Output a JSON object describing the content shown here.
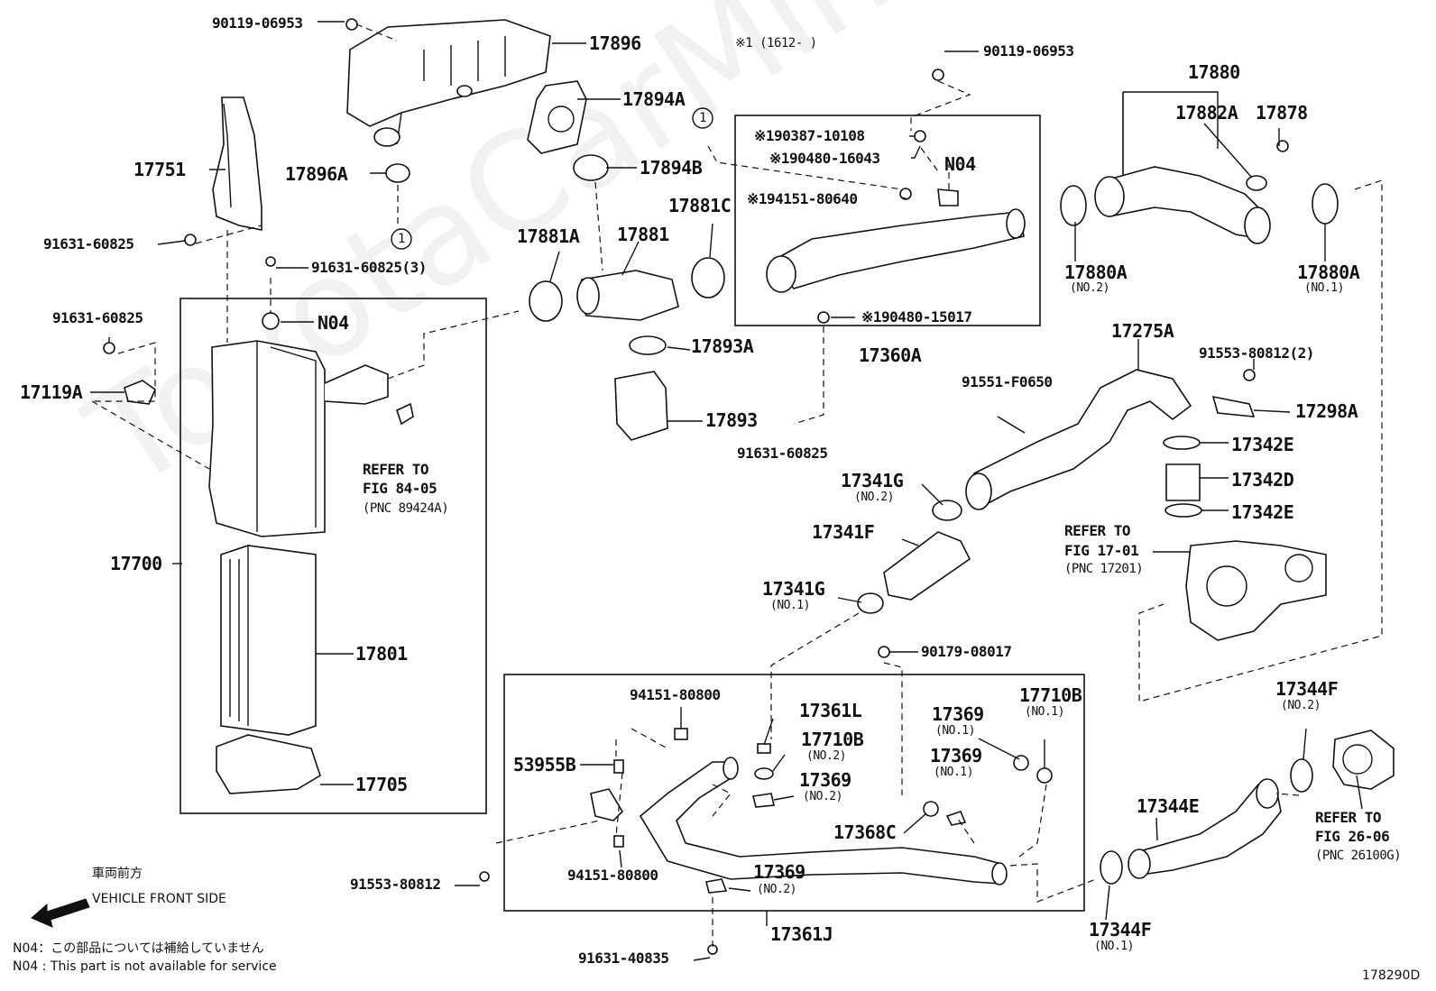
{
  "watermark": "ToyotaCarMine.ru",
  "figure_id": "178290D",
  "note_footnote": "※1 (1612-      )",
  "labels": {
    "p90119_06953_a": "90119-06953",
    "p17896": "17896",
    "p17894A": "17894A",
    "p17894B": "17894B",
    "p17751": "17751",
    "p17896A": "17896A",
    "p91631_60825_a": "91631-60825",
    "p91631_60825_3": "91631-60825(3)",
    "p91631_60825_b": "91631-60825",
    "p17119A": "17119A",
    "pN04_a": "N04",
    "p17881A": "17881A",
    "p17881": "17881",
    "p17881C": "17881C",
    "p17893A": "17893A",
    "p17893": "17893",
    "pRefer_84": "REFER TO",
    "pFig_84": "FIG 84-05",
    "pPnc_84": "(PNC 89424A)",
    "p17700": "17700",
    "p17801": "17801",
    "p17705": "17705",
    "p90119_06953_b": "90119-06953",
    "p90387_10108": "※190387-10108",
    "p90480_16043": "※190480-16043",
    "pN04_b": "N04",
    "p94151_80640": "※194151-80640",
    "p90480_15017": "※190480-15017",
    "p17360A": "17360A",
    "p91631_60825_c": "91631-60825",
    "p17880": "17880",
    "p17882A": "17882A",
    "p17878": "17878",
    "p17880A_2": "17880A",
    "p17880A_2_sub": "(NO.2)",
    "p17880A_1": "17880A",
    "p17880A_1_sub": "(NO.1)",
    "p17275A": "17275A",
    "p91553_80812_2": "91553-80812(2)",
    "p91551_F0650": "91551-F0650",
    "p17298A": "17298A",
    "p17342E_a": "17342E",
    "p17342D": "17342D",
    "p17342E_b": "17342E",
    "p17341G_2": "17341G",
    "p17341G_2_sub": "(NO.2)",
    "p17341F": "17341F",
    "p17341G_1": "17341G",
    "p17341G_1_sub": "(NO.1)",
    "pRefer_17": "REFER TO",
    "pFig_17": "FIG 17-01",
    "pPnc_17": "(PNC 17201)",
    "p90179_08017": "90179-08017",
    "p94151_80800_a": "94151-80800",
    "p17361L": "17361L",
    "p17710B_2": "17710B",
    "p17710B_2_sub": "(NO.2)",
    "p17369_a": "17369",
    "p17369_a_sub": "(NO.2)",
    "p17369_b": "17369",
    "p17369_b_sub": "(NO.1)",
    "p17369_c": "17369",
    "p17369_c_sub": "(NO.1)",
    "p17710B_1": "17710B",
    "p17710B_1_sub": "(NO.1)",
    "p53955B": "53955B",
    "p17368C": "17368C",
    "p94151_80800_b": "94151-80800",
    "p17369_d": "17369",
    "p17369_d_sub": "(NO.2)",
    "p91553_80812": "91553-80812",
    "p17361J": "17361J",
    "p91631_40835": "91631-40835",
    "p17344F_2": "17344F",
    "p17344F_2_sub": "(NO.2)",
    "p17344E": "17344E",
    "p17344F_1": "17344F",
    "p17344F_1_sub": "(NO.1)",
    "pRefer_26": "REFER TO",
    "pFig_26": "FIG 26-06",
    "pPnc_26": "(PNC 26100G)"
  },
  "circle_marker": "1",
  "legend": {
    "front_jp": "車両前方",
    "front_en": "VEHICLE FRONT SIDE",
    "n04_jp": "N04：この部品については補給していません",
    "n04_en": "N04 : This part is not available for service"
  }
}
